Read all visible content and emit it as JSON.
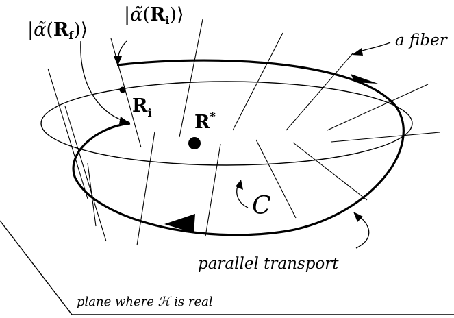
{
  "colors": {
    "ink": "#000000",
    "background": "#ffffff"
  },
  "labels": {
    "ket_final": "|α̃(R_f)⟩",
    "ket_final_prefix": "|",
    "ket_final_alpha": "α̃",
    "ket_final_open": "(",
    "ket_final_R": "R",
    "ket_final_sub": "f",
    "ket_final_close": ")⟩",
    "ket_initial": "|α̃(R_i)⟩",
    "ket_initial_prefix": "|",
    "ket_initial_alpha": "α̃",
    "ket_initial_open": "(",
    "ket_initial_R": "R",
    "ket_initial_sub": "i",
    "ket_initial_close": ")⟩",
    "fiber": "a fiber",
    "point_initial": "R",
    "point_initial_sub": "i",
    "point_star": "R",
    "point_star_sup": "*",
    "curve": "C",
    "transport": "parallel transport",
    "plane": "plane where ℋ is real"
  }
}
